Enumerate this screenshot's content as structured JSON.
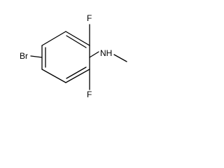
{
  "molecule": {
    "atoms": {
      "bromine": "Br",
      "fluorine_top": "F",
      "fluorine_bottom": "F",
      "amine": "NH"
    }
  }
}
